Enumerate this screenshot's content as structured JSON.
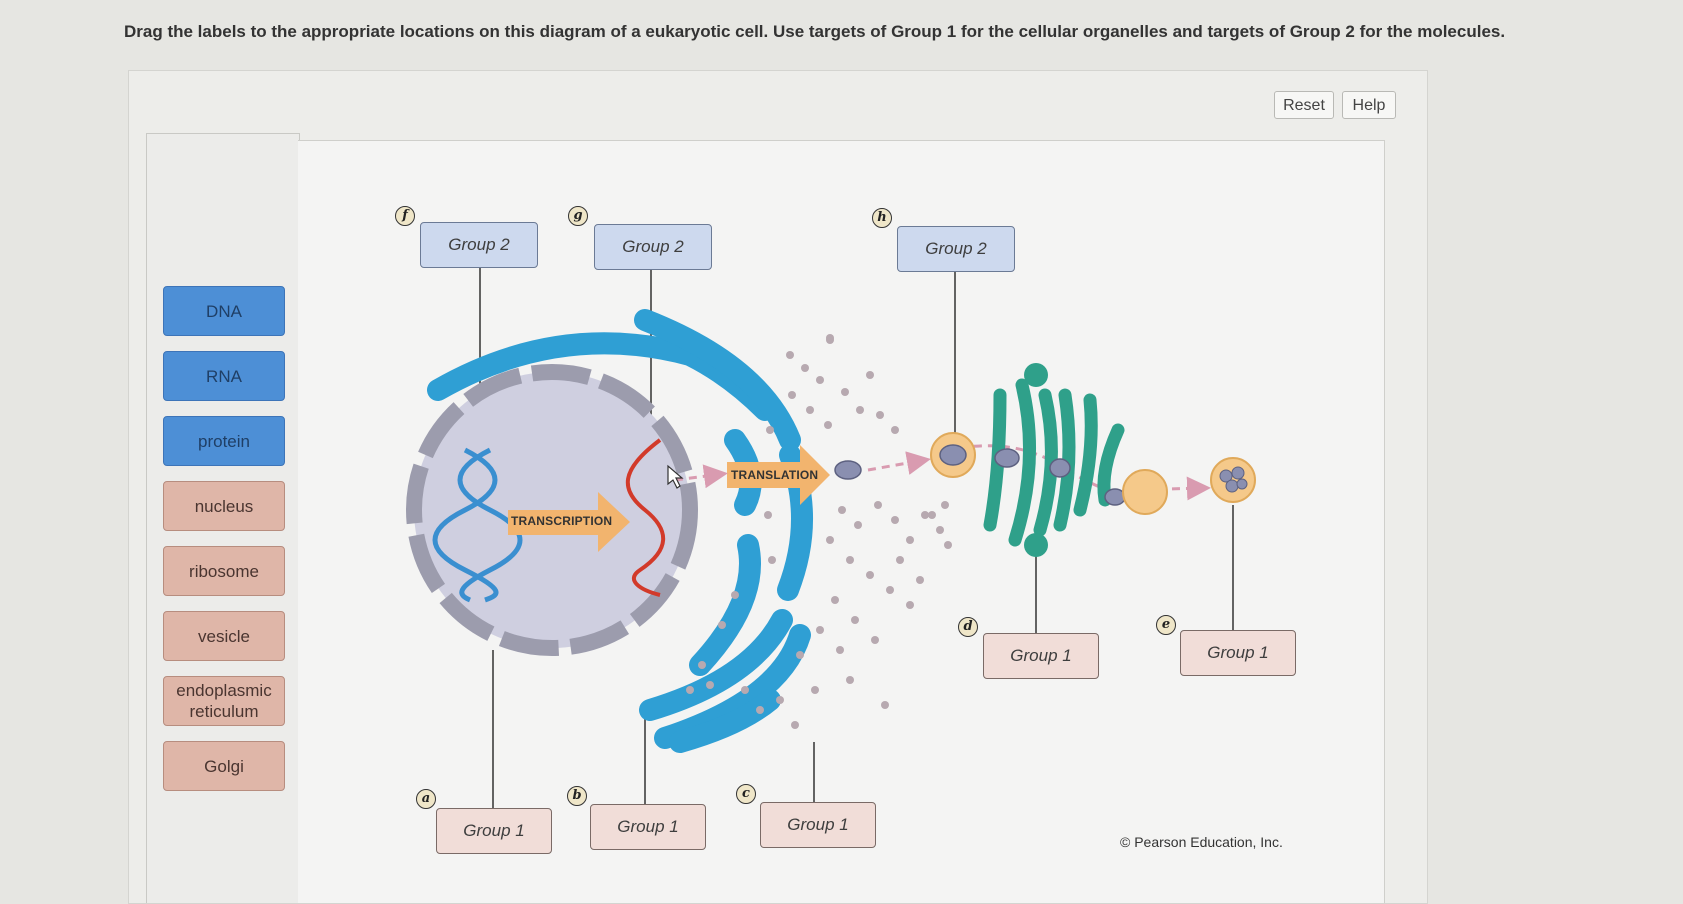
{
  "instructions": "Drag the labels to the appropriate locations on this diagram of a eukaryotic cell. Use targets of Group 1 for the cellular organelles and targets of Group 2 for the molecules.",
  "toolbar": {
    "reset_label": "Reset",
    "help_label": "Help"
  },
  "labels": {
    "molecules": [
      "DNA",
      "RNA",
      "protein"
    ],
    "organelles": [
      "nucleus",
      "ribosome",
      "vesicle",
      "endoplasmic reticulum",
      "Golgi"
    ]
  },
  "targets": {
    "f": {
      "letter": "f",
      "group": "Group 2"
    },
    "g": {
      "letter": "g",
      "group": "Group 2"
    },
    "h": {
      "letter": "h",
      "group": "Group 2"
    },
    "a": {
      "letter": "a",
      "group": "Group 1"
    },
    "b": {
      "letter": "b",
      "group": "Group 1"
    },
    "c": {
      "letter": "c",
      "group": "Group 1"
    },
    "d": {
      "letter": "d",
      "group": "Group 1"
    },
    "e": {
      "letter": "e",
      "group": "Group 1"
    }
  },
  "diagram": {
    "transcription_label": "TRANSCRIPTION",
    "translation_label": "TRANSLATION",
    "colors": {
      "nucleus_fill": "#cfcfe0",
      "nuclear_envelope": "#9c9cad",
      "er": "#2f9fd4",
      "ribosome": "#b7a9b0",
      "golgi": "#2fa08a",
      "vesicle": "#f5c98a",
      "protein": "#8a8fb0",
      "dna": "#3a8fd0",
      "rna": "#d23a2a",
      "process_arrow": "#f2b46e"
    }
  },
  "copyright": "© Pearson Education, Inc."
}
